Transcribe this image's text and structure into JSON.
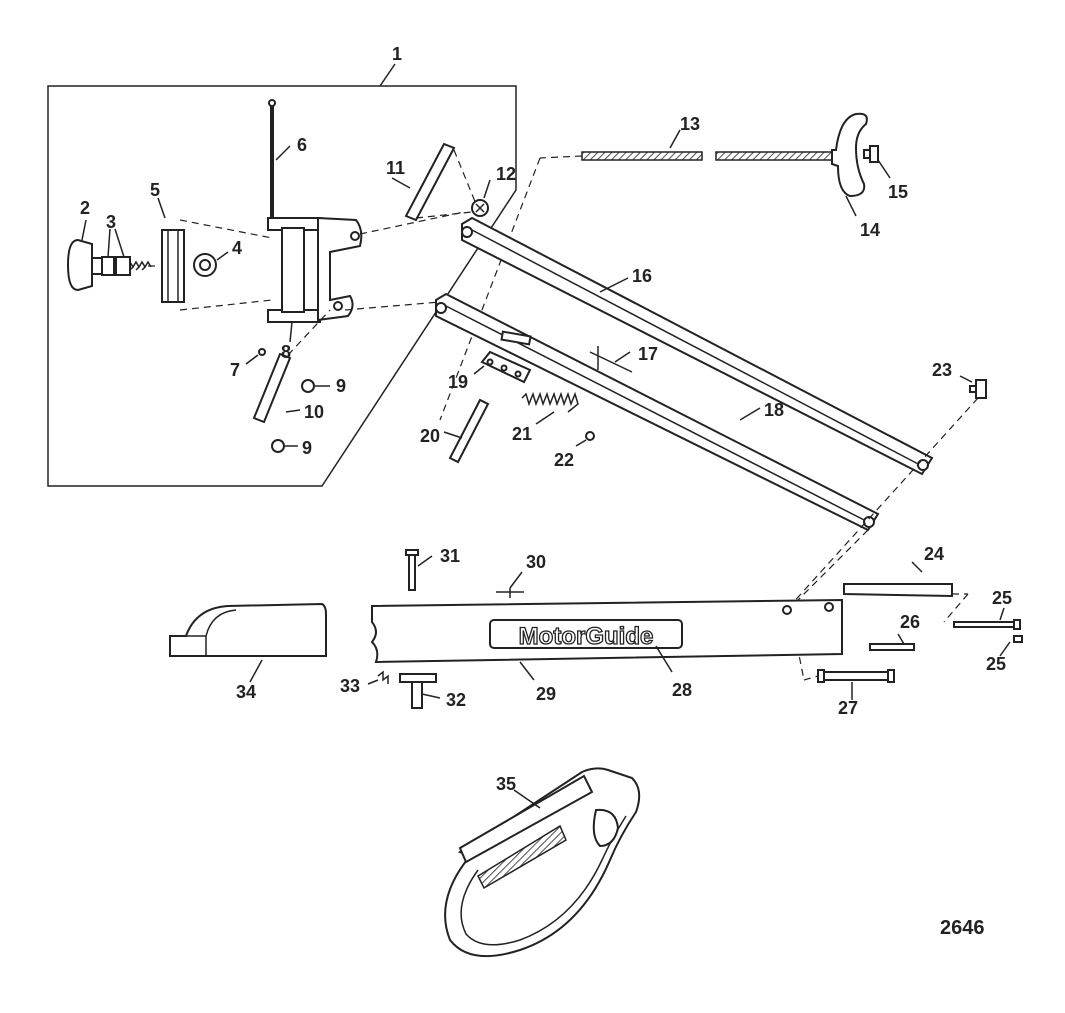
{
  "diagram_id": "2646",
  "brand_logo_text": "MotorGuide",
  "callouts": [
    "1",
    "2",
    "3",
    "4",
    "5",
    "6",
    "7",
    "8",
    "9",
    "9",
    "10",
    "11",
    "12",
    "13",
    "14",
    "15",
    "16",
    "17",
    "18",
    "19",
    "20",
    "21",
    "22",
    "23",
    "24",
    "25",
    "25",
    "26",
    "27",
    "28",
    "29",
    "30",
    "31",
    "32",
    "33",
    "34",
    "35"
  ]
}
